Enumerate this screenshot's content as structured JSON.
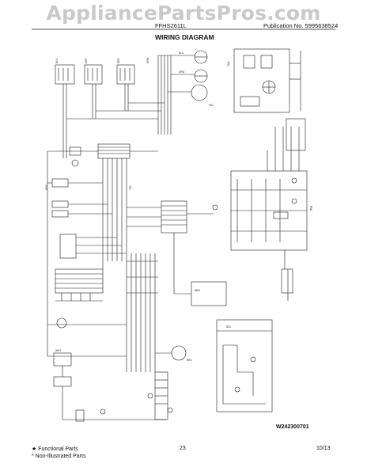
{
  "header": {
    "watermark": "AppliancePartsPros.com",
    "model": "FFHS2611L",
    "publication": "Publication No.  5995638524",
    "title": "WIRING DIAGRAM"
  },
  "diagram": {
    "drawing_code": "W242300701"
  },
  "footer": {
    "functional": "★ Functional Parts",
    "non_illustrated": "* Non-Illustrated Parts",
    "page_number": "23",
    "date": "10/13"
  },
  "colors": {
    "line": "#1a1a1a",
    "watermark": "#c9c9c9"
  }
}
